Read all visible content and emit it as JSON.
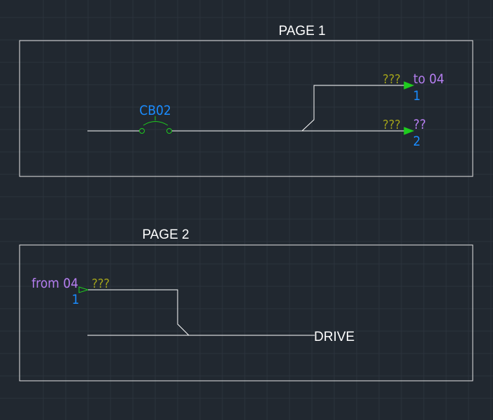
{
  "pages": [
    {
      "title": "PAGE 1"
    },
    {
      "title": "PAGE 2"
    }
  ],
  "page1": {
    "breaker_label": "CB02",
    "outputs": [
      {
        "wire": "???",
        "target": "to 04",
        "number": "1"
      },
      {
        "wire": "???",
        "target": "??",
        "number": "2"
      }
    ]
  },
  "page2": {
    "input": {
      "source": "from 04",
      "number": "1",
      "wire": "???"
    },
    "destination": "DRIVE"
  },
  "colors": {
    "background": "#212830",
    "grid": "#2c333d",
    "line": "#ffffff",
    "wire_label": "#a3a31a",
    "reference": "#b57ef0",
    "number": "#1a8cff",
    "arrow": "#1ecc1e"
  }
}
